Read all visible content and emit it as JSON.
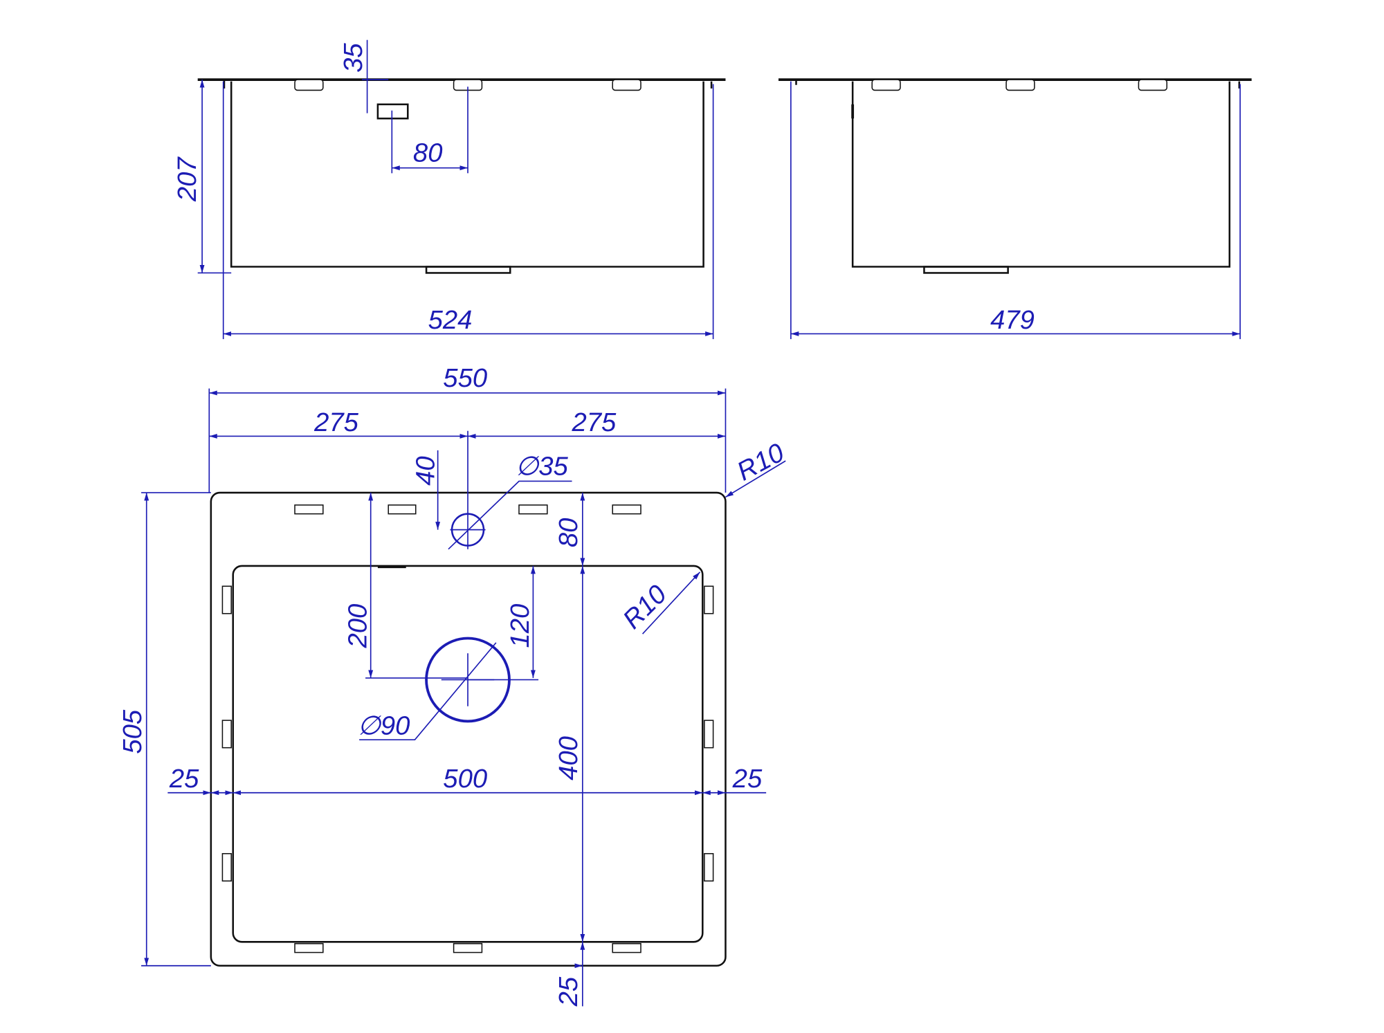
{
  "side_view_long": {
    "labels": {
      "tap_offset": "35",
      "tap_to_center": "80",
      "depth": "207",
      "width": "524"
    }
  },
  "side_view_short": {
    "labels": {
      "width": "479"
    }
  },
  "plan_view": {
    "labels": {
      "overall_width": "550",
      "half_left": "275",
      "half_right": "275",
      "outer_radius": "R10",
      "tap_hole_diameter": "∅35",
      "tap_hole_offset": "40",
      "flange_top": "80",
      "drain_from_top": "200",
      "drain_from_bowl_top": "120",
      "drain_diameter": "∅90",
      "inner_radius": "R10",
      "overall_depth": "505",
      "flange_left": "25",
      "bowl_width": "500",
      "flange_right": "25",
      "bowl_depth": "400",
      "flange_bottom": "25"
    }
  },
  "colors": {
    "dimension": "#1c1cb4",
    "outline": "#111111"
  }
}
